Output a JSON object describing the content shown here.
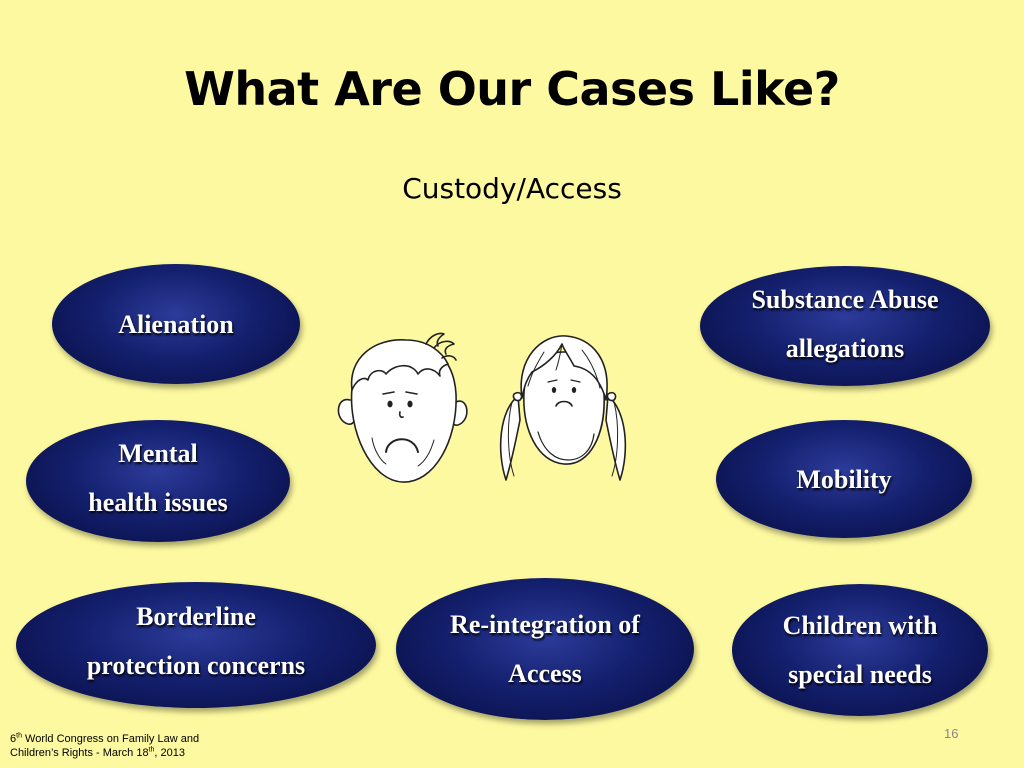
{
  "slide": {
    "title": "What Are Our Cases Like?",
    "subtitle": "Custody/Access",
    "ovals": {
      "alienation": [
        "Alienation"
      ],
      "substance": [
        "Substance Abuse",
        "allegations"
      ],
      "mental": [
        "Mental",
        "health issues"
      ],
      "mobility": [
        "Mobility"
      ],
      "borderline": [
        "Borderline",
        "protection concerns"
      ],
      "reintegration": [
        "Re-integration of",
        "Access"
      ],
      "children": [
        "Children with",
        "special needs"
      ]
    },
    "footer": {
      "num": "6",
      "num_sup": "th",
      "line1_rest": " World Congress on Family Law and",
      "line2_main": "Children’s Rights - March 18",
      "line2_sup": "th",
      "line2_end": ", 2013"
    },
    "page_number": "16"
  },
  "colors": {
    "background": "#fdf9a0",
    "oval_fill": "#14206e",
    "oval_text": "#ffffff"
  },
  "icons": [
    "sad-boy-face-icon",
    "sad-girl-face-icon"
  ]
}
